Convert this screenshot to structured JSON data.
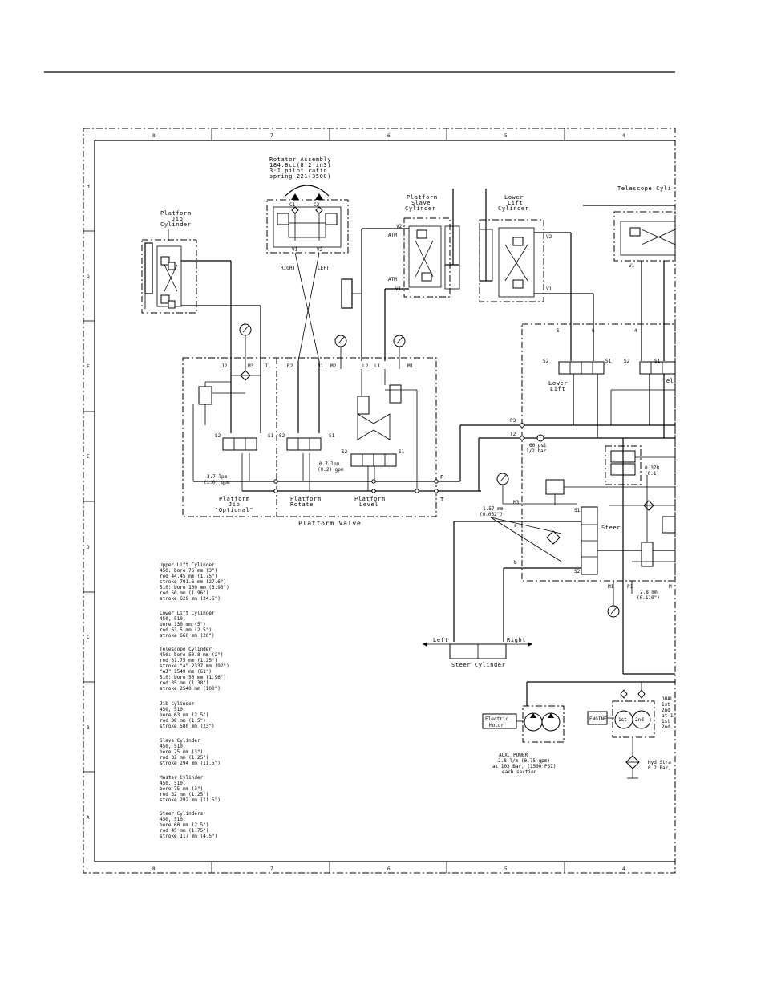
{
  "border": {
    "col_labels": [
      "8",
      "7",
      "6",
      "5",
      "4"
    ],
    "row_labels": [
      "H",
      "G",
      "F",
      "E",
      "D",
      "C",
      "B",
      "A"
    ]
  },
  "components": {
    "rotator": [
      "Rotator Assembly",
      "184.8cc(8.2 in3)",
      "3:1 pilot ratio",
      "spring 221(3500)"
    ],
    "rotator_ports": {
      "c1": "C1",
      "c2": "C2",
      "v1": "V1",
      "v2": "V2"
    },
    "right": "RIGHT",
    "left": "LEFT",
    "platform_jib_cyl": [
      "Platform",
      "Jib",
      "Cylinder"
    ],
    "slave_cyl": [
      "Platform",
      "Slave",
      "Cylinder"
    ],
    "lower_lift_cyl": [
      "Lower",
      "Lift",
      "Cylinder"
    ],
    "telescope_cyl": "Telescope Cyli",
    "atm1": "ATM",
    "atm2": "ATM",
    "slave_v2": "V2",
    "slave_v1": "V1",
    "lower_v2": "V2",
    "lower_v1": "V1",
    "tele_v1": "V1"
  },
  "valve": {
    "ports_top": [
      "J2",
      "M3",
      "J1",
      "R2",
      "R1",
      "M2",
      "L2",
      "L1",
      "M1"
    ],
    "s2a": "S2",
    "s1a": "S1",
    "s2b": "S2",
    "s1b": "S1",
    "s2c": "S2",
    "s1c": "S1",
    "flow1": [
      "3.7 lpm",
      "(1.0) gpm"
    ],
    "flow2": [
      "0.7 lpm",
      "(0.2) gpm"
    ],
    "p": "P",
    "t": "T",
    "jib_label": [
      "Platform",
      "Jib",
      "\"Optional\""
    ],
    "rotate_label": [
      "Platform",
      "Rotate"
    ],
    "level_label": [
      "Platform",
      "Level"
    ],
    "title": "Platform Valve"
  },
  "right_section": {
    "nums": [
      "5",
      "6",
      "4"
    ],
    "s2d": "S2",
    "s1d": "S1",
    "s2e": "S2",
    "s1e": "S1",
    "lower_lift": [
      "Lower",
      "Lift"
    ],
    "tel": "Tel",
    "p3": "P3",
    "t2": "T2",
    "psi": [
      "60 psi",
      "1/2 bar"
    ],
    "orifice1": [
      "0.378",
      "(0.1)"
    ],
    "m3": "M3",
    "orifice2": [
      "1.57 mm",
      "(0.062\")"
    ],
    "steer": "Steer",
    "s1s": "S1",
    "s2s": "S2",
    "port_a": "a",
    "port_b": "b",
    "m1": "M1",
    "p1": "P1",
    "m": "M",
    "orifice3": [
      "2.8 mm",
      "(0.110\")"
    ],
    "left": "Left",
    "right": "Right",
    "steer_cyl": "Steer Cylinder",
    "electric_motor": [
      "Electric",
      "Motor"
    ],
    "engine": "ENGINE",
    "pump1": "1st",
    "pump2": "2nd",
    "aux_power": [
      "AUX. POWER",
      "2.8 l/m (0.75 gpm)",
      "at 103 Bar, (1500 PSI)",
      "each section"
    ],
    "dual": [
      "DUAL",
      "1st",
      "2nd",
      "at 1",
      "1st",
      "2nd"
    ],
    "hyd_str": [
      "Hyd Stra",
      "0.2 Bar,"
    ]
  },
  "specs": [
    [
      "Upper Lift Cylinder",
      "450:  bore 76 mm (3\")",
      "      rod 44.45 mm (1.75\")",
      "      stroke 701.6 mm (27.6\")",
      "510: bore 100 mm (3.93\")",
      "      rod 50 mm (1.96\")",
      "      stroke 629 mm (24.5\")"
    ],
    [
      "Lower Lift Cylinder",
      "450, 510:",
      "      bore 130 mm (5\")",
      "      rod 63.5 mm (2.5\")",
      "      stroke 660 mm (26\")"
    ],
    [
      "Telescope Cylinder",
      "450:  bore 50.8 mm (2\")",
      "      rod 31.75 mm (1.25\")",
      "      stroke \"A\" 2337 mm (92\")",
      "             \"AJ\" 1549 mm (61\")",
      "510:  bore 50 mm (1.96\")",
      "      rod 35 mm (1.38\")",
      "      stroke 2540 mm (100\")"
    ],
    [
      "Jib Cylinder",
      "450, 510:",
      "      bore 63 mm (2.5\")",
      "      rod 38 mm (1.5\")",
      "      stroke 580 mm (23\")"
    ],
    [
      "Slave Cylinder",
      "450, 510:",
      "      bore 75 mm (3\")",
      "      rod 32 mm (1.25\")",
      "      stroke 294 mm (11.5\")"
    ],
    [
      "Master Cylinder",
      "450, 510:",
      "      bore 75 mm (3\")",
      "      rod 32 mm (1.25\")",
      "      stroke 292 mm (11.5\")"
    ],
    [
      "Steer Cylinders",
      "450, 510:",
      "      bore 60 mm (2.5\")",
      "      rod 45 mm (1.75\")",
      "      stroke 117 mm (4.5\")"
    ]
  ]
}
